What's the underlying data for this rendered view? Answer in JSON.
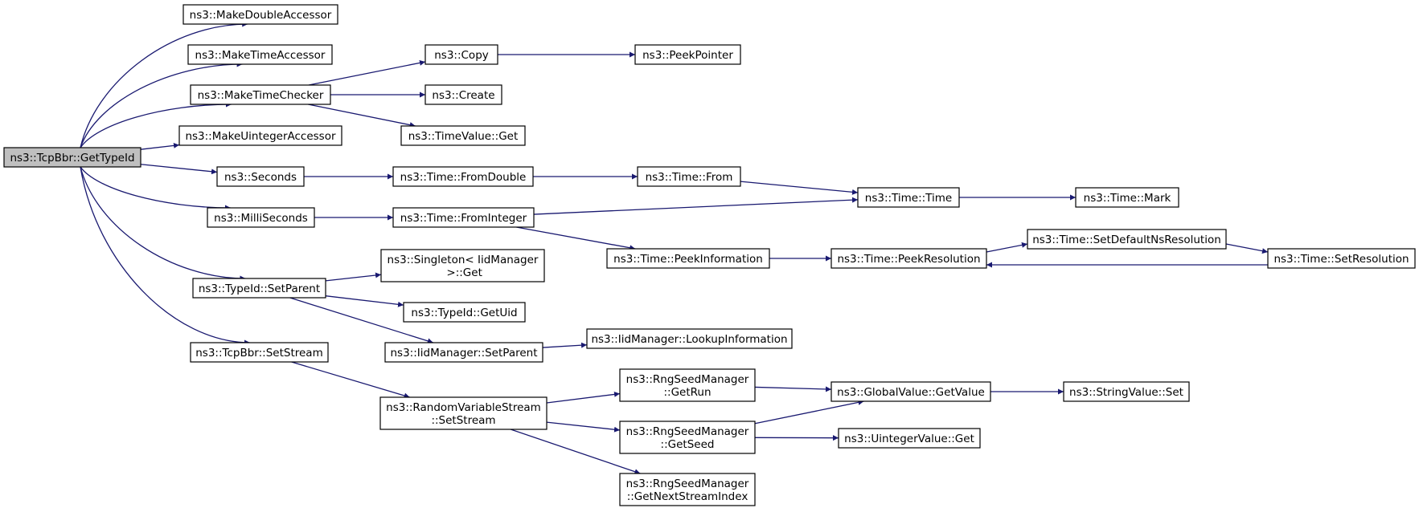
{
  "colors": {
    "edge": "#191970",
    "root_fill": "#bfbfbf",
    "node_fill": "#ffffff",
    "node_border": "#000000"
  },
  "nodes": [
    {
      "id": "root",
      "lines": [
        "ns3::TcpBbr::GetTypeId"
      ],
      "root": true
    },
    {
      "id": "mkdouble",
      "lines": [
        "ns3::MakeDoubleAccessor"
      ]
    },
    {
      "id": "mktimeacc",
      "lines": [
        "ns3::MakeTimeAccessor"
      ]
    },
    {
      "id": "mktimechk",
      "lines": [
        "ns3::MakeTimeChecker"
      ]
    },
    {
      "id": "mkuint",
      "lines": [
        "ns3::MakeUintegerAccessor"
      ]
    },
    {
      "id": "seconds",
      "lines": [
        "ns3::Seconds"
      ]
    },
    {
      "id": "millis",
      "lines": [
        "ns3::MilliSeconds"
      ]
    },
    {
      "id": "setparent",
      "lines": [
        "ns3::TypeId::SetParent"
      ]
    },
    {
      "id": "setstream",
      "lines": [
        "ns3::TcpBbr::SetStream"
      ]
    },
    {
      "id": "copy",
      "lines": [
        "ns3::Copy"
      ]
    },
    {
      "id": "peekptr",
      "lines": [
        "ns3::PeekPointer"
      ]
    },
    {
      "id": "create",
      "lines": [
        "ns3::Create"
      ]
    },
    {
      "id": "timevalget",
      "lines": [
        "ns3::TimeValue::Get"
      ]
    },
    {
      "id": "fromdouble",
      "lines": [
        "ns3::Time::FromDouble"
      ]
    },
    {
      "id": "from",
      "lines": [
        "ns3::Time::From"
      ]
    },
    {
      "id": "time",
      "lines": [
        "ns3::Time::Time"
      ]
    },
    {
      "id": "mark",
      "lines": [
        "ns3::Time::Mark"
      ]
    },
    {
      "id": "fromint",
      "lines": [
        "ns3::Time::FromInteger"
      ]
    },
    {
      "id": "peekinfo",
      "lines": [
        "ns3::Time::PeekInformation"
      ]
    },
    {
      "id": "peekres",
      "lines": [
        "ns3::Time::PeekResolution"
      ]
    },
    {
      "id": "setdefres",
      "lines": [
        "ns3::Time::SetDefaultNsResolution"
      ]
    },
    {
      "id": "setres",
      "lines": [
        "ns3::Time::SetResolution"
      ]
    },
    {
      "id": "singleton",
      "lines": [
        "ns3::Singleton< IidManager",
        " >::Get"
      ]
    },
    {
      "id": "getuid",
      "lines": [
        "ns3::TypeId::GetUid"
      ]
    },
    {
      "id": "iidsetparent",
      "lines": [
        "ns3::IidManager::SetParent"
      ]
    },
    {
      "id": "lookup",
      "lines": [
        "ns3::IidManager::LookupInformation"
      ]
    },
    {
      "id": "rvsset",
      "lines": [
        "ns3::RandomVariableStream",
        "::SetStream"
      ]
    },
    {
      "id": "getrun",
      "lines": [
        "ns3::RngSeedManager",
        "::GetRun"
      ]
    },
    {
      "id": "getseed",
      "lines": [
        "ns3::RngSeedManager",
        "::GetSeed"
      ]
    },
    {
      "id": "getnext",
      "lines": [
        "ns3::RngSeedManager",
        "::GetNextStreamIndex"
      ]
    },
    {
      "id": "gvget",
      "lines": [
        "ns3::GlobalValue::GetValue"
      ]
    },
    {
      "id": "strset",
      "lines": [
        "ns3::StringValue::Set"
      ]
    },
    {
      "id": "uintget",
      "lines": [
        "ns3::UintegerValue::Get"
      ]
    }
  ],
  "edges": [
    [
      "root",
      "mkdouble"
    ],
    [
      "root",
      "mktimeacc"
    ],
    [
      "root",
      "mktimechk"
    ],
    [
      "root",
      "mkuint"
    ],
    [
      "root",
      "seconds"
    ],
    [
      "root",
      "millis"
    ],
    [
      "root",
      "setparent"
    ],
    [
      "root",
      "setstream"
    ],
    [
      "mktimechk",
      "copy"
    ],
    [
      "mktimechk",
      "create"
    ],
    [
      "mktimechk",
      "timevalget"
    ],
    [
      "copy",
      "peekptr"
    ],
    [
      "seconds",
      "fromdouble"
    ],
    [
      "fromdouble",
      "from"
    ],
    [
      "from",
      "time"
    ],
    [
      "millis",
      "fromint"
    ],
    [
      "fromint",
      "time"
    ],
    [
      "fromint",
      "peekinfo"
    ],
    [
      "time",
      "mark"
    ],
    [
      "peekinfo",
      "peekres"
    ],
    [
      "peekres",
      "setdefres"
    ],
    [
      "setdefres",
      "setres"
    ],
    [
      "setres",
      "peekres"
    ],
    [
      "setparent",
      "singleton"
    ],
    [
      "setparent",
      "getuid"
    ],
    [
      "setparent",
      "iidsetparent"
    ],
    [
      "iidsetparent",
      "lookup"
    ],
    [
      "setstream",
      "rvsset"
    ],
    [
      "rvsset",
      "getrun"
    ],
    [
      "rvsset",
      "getseed"
    ],
    [
      "rvsset",
      "getnext"
    ],
    [
      "getrun",
      "gvget"
    ],
    [
      "getseed",
      "gvget"
    ],
    [
      "getseed",
      "uintget"
    ],
    [
      "gvget",
      "strset"
    ]
  ]
}
